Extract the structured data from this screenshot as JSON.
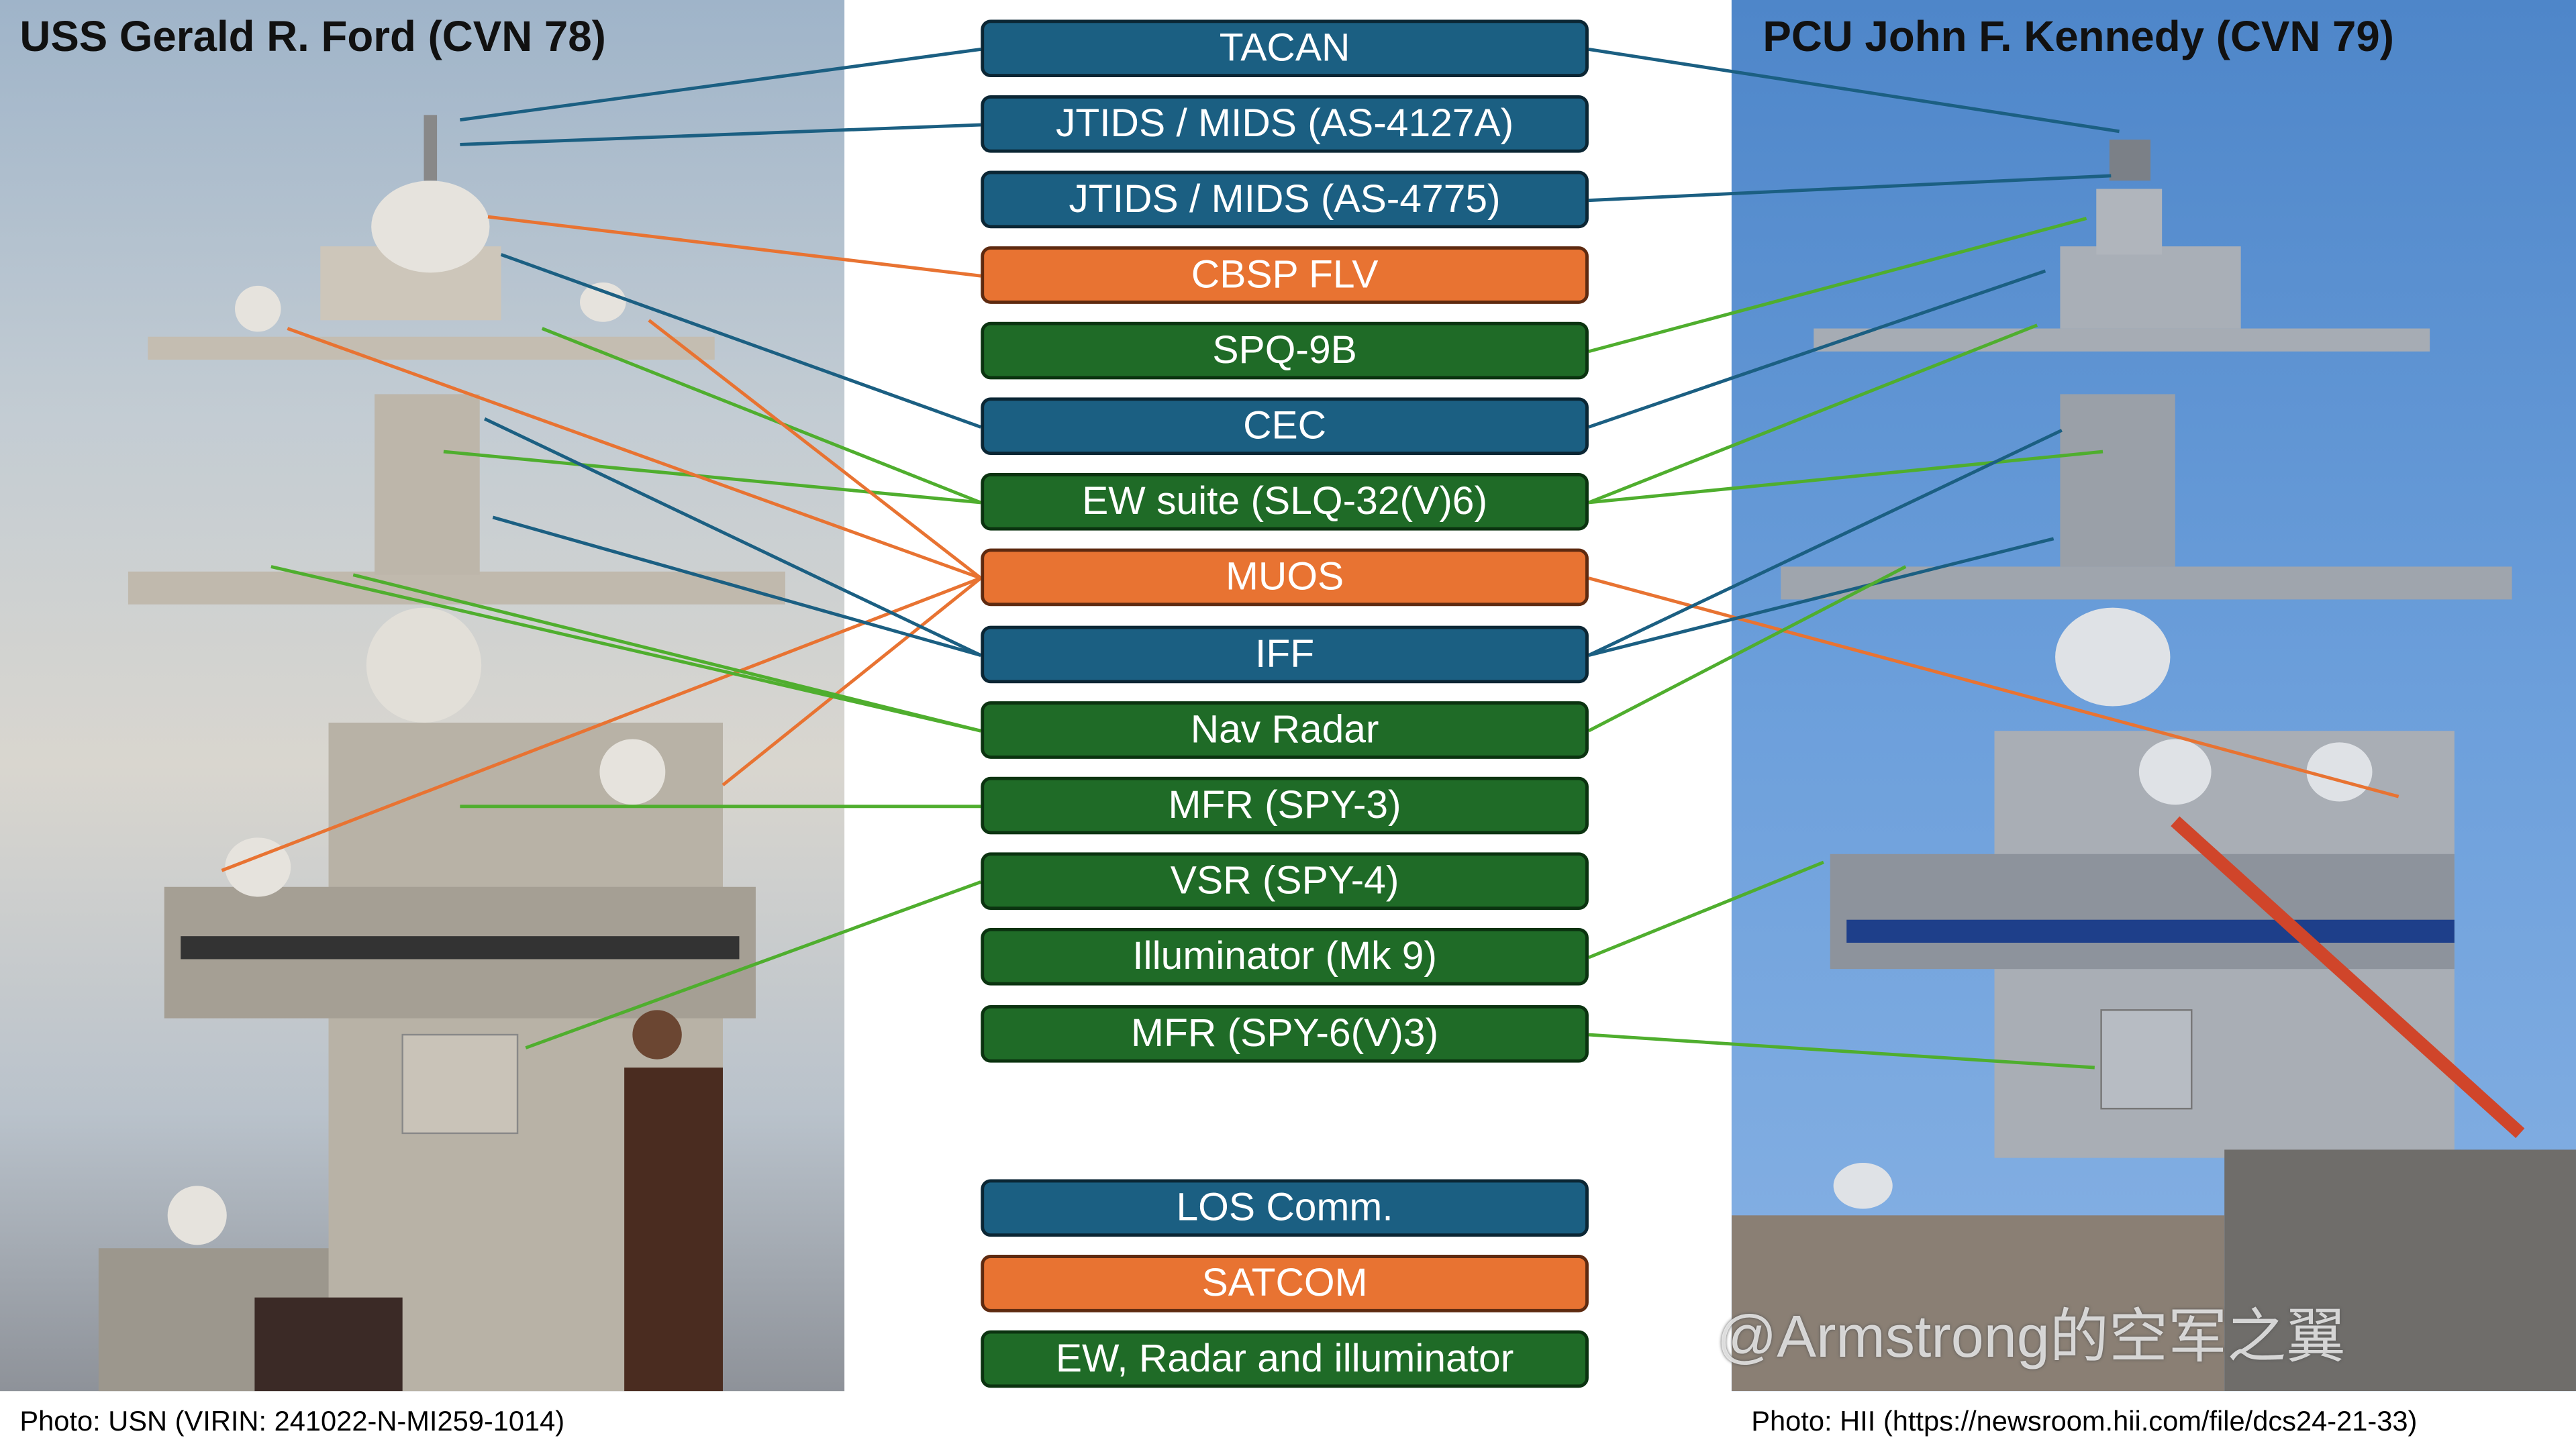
{
  "left_photo": {
    "title": "USS Gerald R. Ford (CVN 78)",
    "credit": "Photo: USN (VIRIN: 241022-N-MI259-1014)"
  },
  "right_photo": {
    "title": "PCU John F. Kennedy (CVN 79)",
    "credit": "Photo: HII (https://newsroom.hii.com/file/dcs24-21-33)"
  },
  "watermark": "@Armstrong的空军之翼",
  "colors": {
    "los_comm": "#1b5f82",
    "satcom": "#e87332",
    "ew_radar": "#1f6b27",
    "line_blue": "#1b5f82",
    "line_orange": "#e87332",
    "line_green": "#4fae2e"
  },
  "systems": [
    {
      "label": "TACAN",
      "category": "blue"
    },
    {
      "label": "JTIDS / MIDS (AS-4127A)",
      "category": "blue"
    },
    {
      "label": "JTIDS / MIDS (AS-4775)",
      "category": "blue"
    },
    {
      "label": "CBSP FLV",
      "category": "orange"
    },
    {
      "label": "SPQ-9B",
      "category": "green"
    },
    {
      "label": "CEC",
      "category": "blue"
    },
    {
      "label": "EW suite (SLQ-32(V)6)",
      "category": "green"
    },
    {
      "label": "MUOS",
      "category": "orange"
    },
    {
      "label": "IFF",
      "category": "blue"
    },
    {
      "label": "Nav Radar",
      "category": "green"
    },
    {
      "label": "MFR (SPY-3)",
      "category": "green"
    },
    {
      "label": "VSR (SPY-4)",
      "category": "green"
    },
    {
      "label": "Illuminator (Mk 9)",
      "category": "green"
    },
    {
      "label": "MFR (SPY-6(V)3)",
      "category": "green"
    }
  ],
  "legend": [
    {
      "label": "LOS Comm.",
      "category": "blue"
    },
    {
      "label": "SATCOM",
      "category": "orange"
    },
    {
      "label": "EW, Radar and illuminator",
      "category": "green"
    }
  ]
}
